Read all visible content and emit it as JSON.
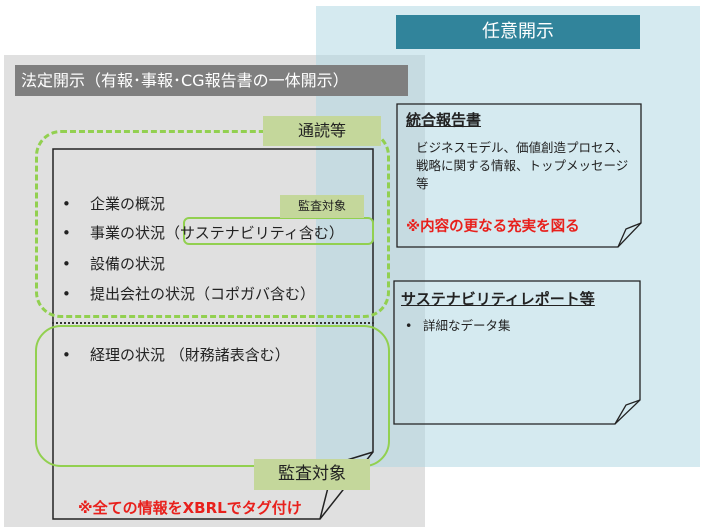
{
  "legal": {
    "header": "法定開示（有報･事報･CG報告書の一体開示）",
    "read_tag": "通読等",
    "audit_tag_small": "監査対象",
    "audit_tag": "監査対象",
    "items": [
      "企業の概況",
      "事業の状況",
      "設備の状況",
      "提出会社の状況（コポガバ含む）"
    ],
    "sustainability_note": "（サステナビリティ含む）",
    "accounting_item": "経理の状況 （財務諸表含む）",
    "bullet": "•",
    "xbrl_note": "※全ての情報をXBRLでタグ付け"
  },
  "voluntary": {
    "header": "任意開示",
    "integrated_report": {
      "title": "統合報告書",
      "body": "ビジネスモデル、価値創造プロセス、戦略に関する情報、トップメッセージ等",
      "note": "※内容の更なる充実を図る"
    },
    "sustainability_report": {
      "title": "サステナビリティレポート等",
      "bullet": "•",
      "item": "詳細なデータ集"
    }
  },
  "colors": {
    "legal_header": "#7f7f7f",
    "voluntary_header": "#31849b",
    "tag": "#c4d79b",
    "outline": "#92d050",
    "emphasis": "#e8201c"
  }
}
